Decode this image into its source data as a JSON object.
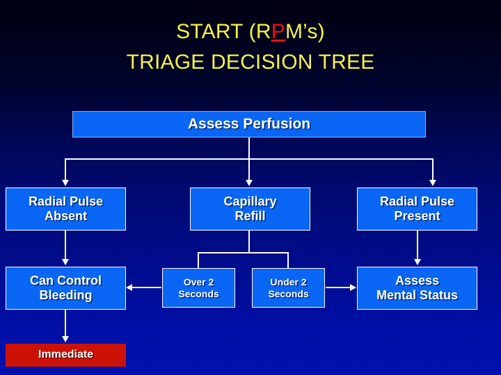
{
  "slide": {
    "title_line1_pre": "START (R",
    "title_highlight": "P",
    "title_line1_post": "M’s)",
    "title_line2": "TRIAGE DECISION TREE",
    "title_color": "#f6f34a",
    "highlight_color": "#e8140c",
    "background_top": "#000014",
    "background_bottom": "#0011ae"
  },
  "nodes": {
    "assess_perfusion": {
      "label": "Assess Perfusion",
      "fill": "#0a66f5",
      "text_color": "#ffffff"
    },
    "radial_pulse_absent": {
      "label": "Radial Pulse\nAbsent",
      "line1": "Radial Pulse",
      "line2": "Absent",
      "fill": "#0a66f5",
      "text_color": "#ffffff"
    },
    "capillary_refill": {
      "label": "Capillary\nRefill",
      "line1": "Capillary",
      "line2": "Refill",
      "fill": "#0a66f5",
      "text_color": "#ffffff"
    },
    "radial_pulse_present": {
      "label": "Radial Pulse\nPresent",
      "line1": "Radial Pulse",
      "line2": "Present",
      "fill": "#0a66f5",
      "text_color": "#ffffff"
    },
    "can_control_bleeding": {
      "label": "Can Control\nBleeding",
      "line1": "Can Control",
      "line2": "Bleeding",
      "fill": "#0a66f5",
      "text_color": "#ffffff"
    },
    "over_2_seconds": {
      "label": "Over 2\nSeconds",
      "line1": "Over 2",
      "line2": "Seconds",
      "fill": "#0a66f5",
      "text_color": "#ffffff"
    },
    "under_2_seconds": {
      "label": "Under 2\nSeconds",
      "line1": "Under 2",
      "line2": "Seconds",
      "fill": "#0a66f5",
      "text_color": "#ffffff"
    },
    "assess_mental_status": {
      "label": "Assess\nMental Status",
      "line1": "Assess",
      "line2": "Mental Status",
      "fill": "#0a66f5",
      "text_color": "#ffffff"
    },
    "immediate": {
      "label": "Immediate",
      "fill": "#cc1205",
      "text_color": "#ffffff"
    }
  },
  "connectors": [
    {
      "from": "assess_perfusion",
      "to": "radial_pulse_absent",
      "arrow": "down"
    },
    {
      "from": "assess_perfusion",
      "to": "capillary_refill",
      "arrow": "down"
    },
    {
      "from": "assess_perfusion",
      "to": "radial_pulse_present",
      "arrow": "down"
    },
    {
      "from": "radial_pulse_absent",
      "to": "can_control_bleeding",
      "arrow": "down"
    },
    {
      "from": "capillary_refill",
      "to": "over_2_seconds",
      "arrow": "none"
    },
    {
      "from": "capillary_refill",
      "to": "under_2_seconds",
      "arrow": "none"
    },
    {
      "from": "over_2_seconds",
      "to": "can_control_bleeding",
      "arrow": "left"
    },
    {
      "from": "under_2_seconds",
      "to": "assess_mental_status",
      "arrow": "right"
    },
    {
      "from": "radial_pulse_present",
      "to": "assess_mental_status",
      "arrow": "down"
    },
    {
      "from": "can_control_bleeding",
      "to": "immediate",
      "arrow": "down"
    }
  ]
}
